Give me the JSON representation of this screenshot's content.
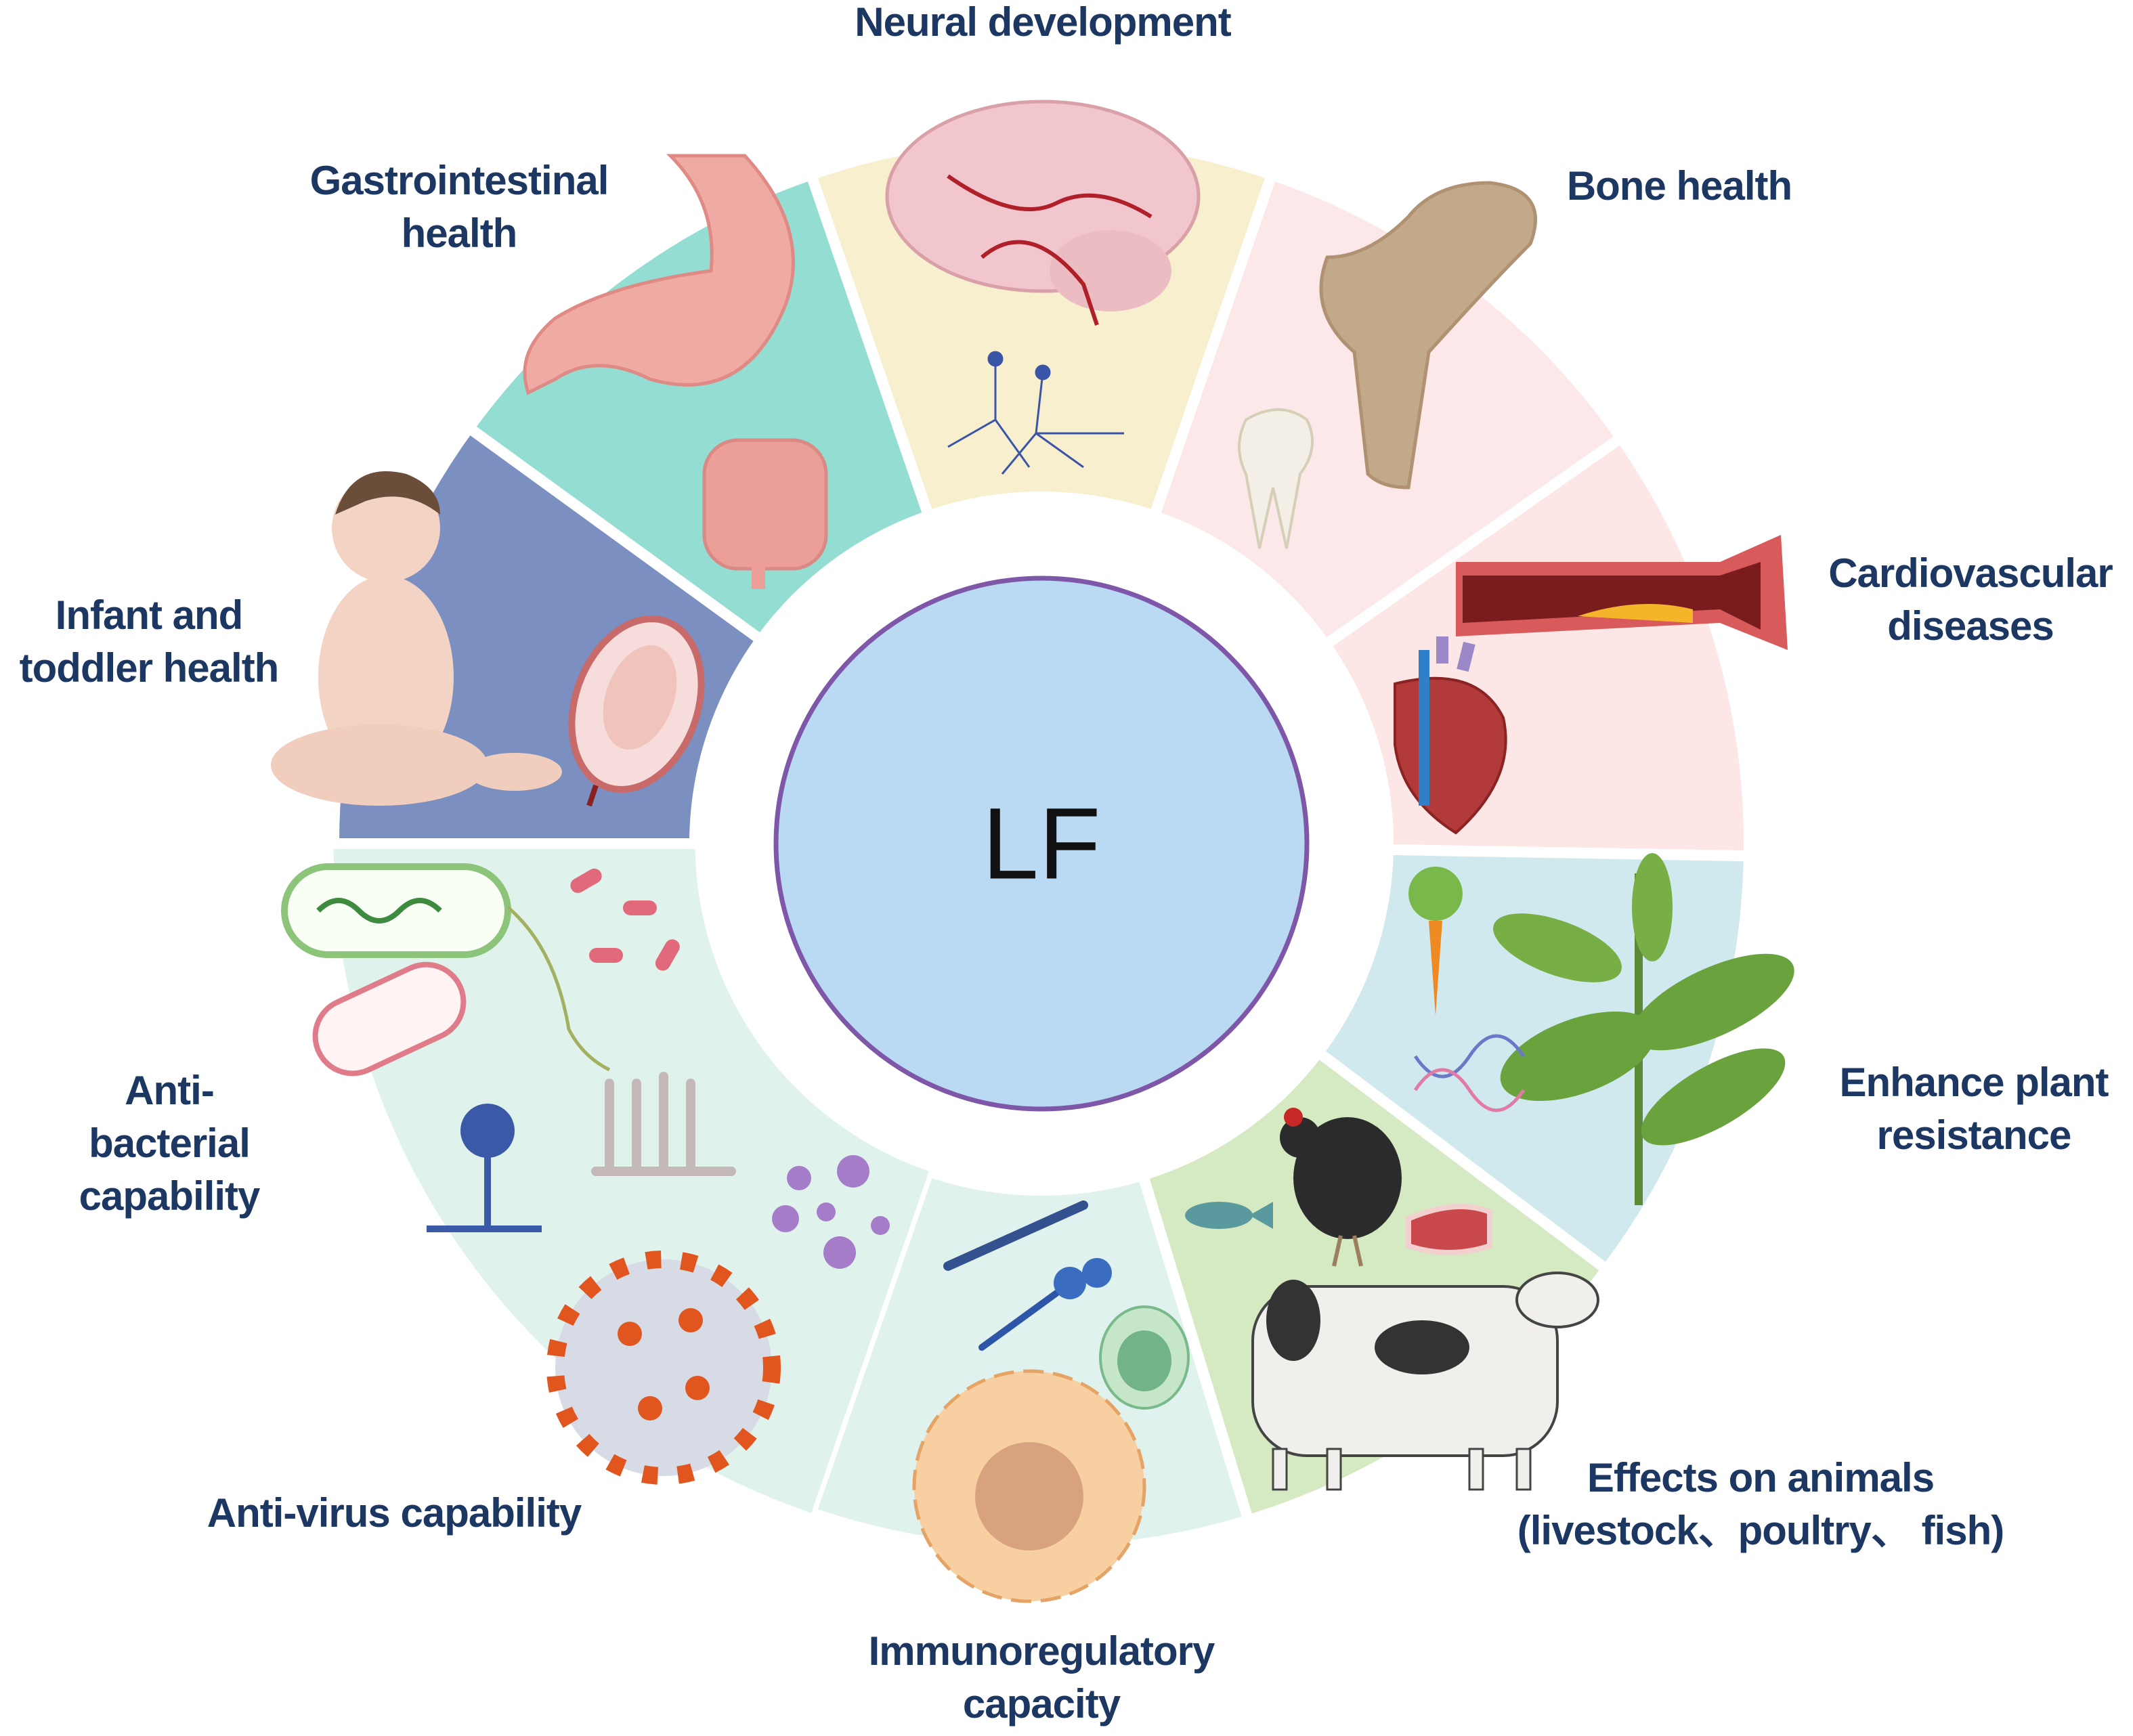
{
  "center": {
    "label": "LF",
    "fill": "#b9daf2",
    "stroke": "#7e57a8"
  },
  "sectors": [
    {
      "id": "neural",
      "title_lines": [
        "Neural development"
      ],
      "color": "#f8efcf"
    },
    {
      "id": "bone",
      "title_lines": [
        "Bone health"
      ],
      "color": "#fce8e8"
    },
    {
      "id": "cardio",
      "title_lines": [
        "Cardiovascular",
        "diseases"
      ],
      "color": "#fce6e6"
    },
    {
      "id": "plant",
      "title_lines": [
        "Enhance plant",
        "resistance"
      ],
      "color": "#d0e9ef"
    },
    {
      "id": "animals",
      "title_lines": [
        "Effects on animals",
        "(livestock、poultry、 fish)"
      ],
      "color": "#d5e9c2"
    },
    {
      "id": "immuno",
      "title_lines": [
        "Immunoregulatory",
        "capacity"
      ],
      "color": "#e0f2ee"
    },
    {
      "id": "antimicrobial",
      "title_lines": [
        "Anti-virus capability"
      ],
      "color": "#e0f2ec"
    },
    {
      "id": "antibacterial",
      "title_lines": [
        "Anti-",
        "bacterial",
        "capability"
      ],
      "color": "#e0f2ec"
    },
    {
      "id": "infant",
      "title_lines": [
        "Infant and",
        "toddler health"
      ],
      "color": "#7b8fc0"
    },
    {
      "id": "gi",
      "title_lines": [
        "Gastrointestinal",
        "health"
      ],
      "color": "#93ddd3"
    }
  ],
  "label_color": "#1d3763"
}
